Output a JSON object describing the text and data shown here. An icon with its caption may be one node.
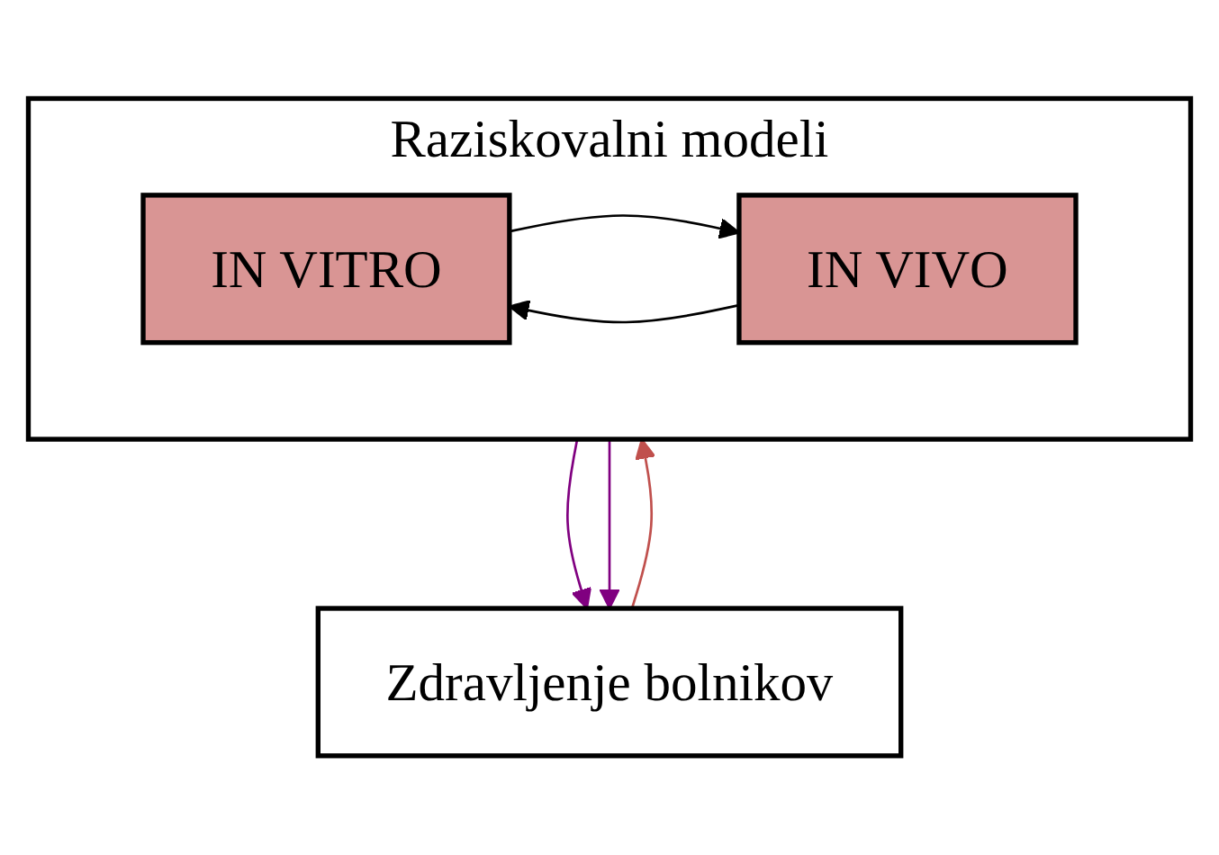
{
  "diagram": {
    "nodes": [
      {
        "text": [
          "Raziskovalni modeli"
        ]
      },
      {
        "text": [
          "IN VITRO"
        ],
        "in": 0
      },
      {
        "text": [
          "IN VIVO"
        ],
        "in": 0
      },
      {
        "text": [
          "Zdravljenje bolnikov"
        ]
      }
    ],
    "edges": [
      {
        "from": 1,
        "to": 2,
        "arrow": "to"
      },
      {
        "from": 2,
        "to": 1,
        "arrow": "to"
      },
      {
        "from": 0,
        "to": 3,
        "arrow": "to",
        "color": "#800080"
      },
      {
        "from": 3,
        "to": 0,
        "arrow": "to",
        "color": "#c0504d"
      },
      {
        "from": 0,
        "to": 3,
        "arrow": "to",
        "color": "#800080"
      }
    ]
  }
}
